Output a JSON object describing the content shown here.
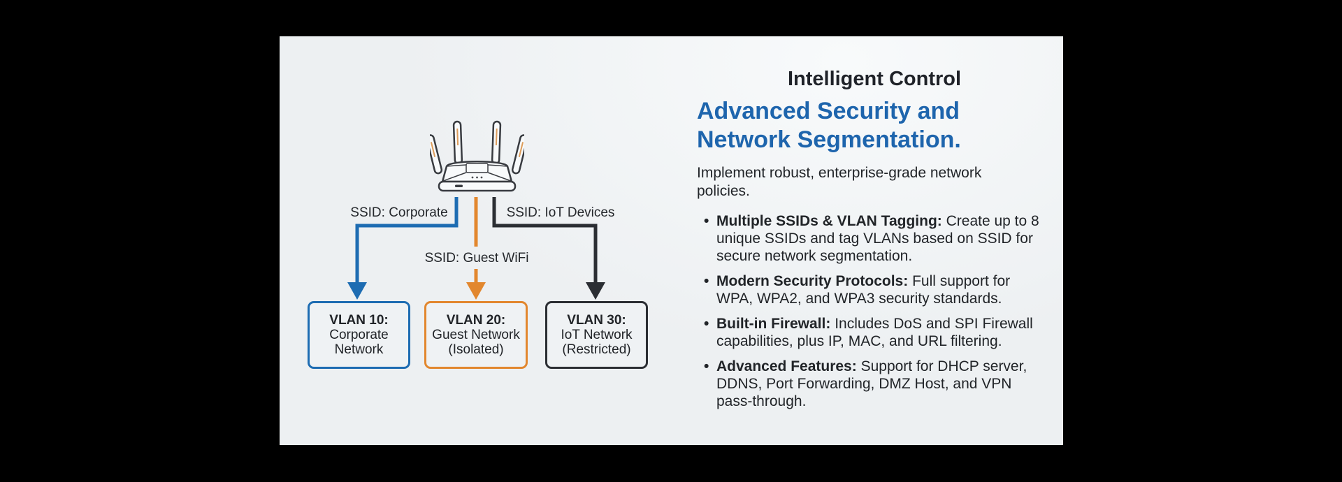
{
  "panel": {
    "background": "#edf0f2"
  },
  "colors": {
    "heading_blue": "#1e65ad",
    "line_blue": "#1d6cb2",
    "line_orange": "#e2872e",
    "line_dark": "#2b2e33",
    "text_dark": "#212428"
  },
  "diagram": {
    "router_icon": "wifi-router",
    "ssid_labels": [
      {
        "text": "SSID: Corporate"
      },
      {
        "text": "SSID: Guest WiFi"
      },
      {
        "text": "SSID: IoT Devices"
      }
    ],
    "vlan_boxes": [
      {
        "title": "VLAN 10:",
        "line2": "Corporate",
        "line3": "Network"
      },
      {
        "title": "VLAN 20:",
        "line2": "Guest Network",
        "line3": "(Isolated)"
      },
      {
        "title": "VLAN 30:",
        "line2": "IoT Network",
        "line3": "(Restricted)"
      }
    ]
  },
  "content": {
    "kicker": "Intelligent Control",
    "heading_line1": "Advanced Security and",
    "heading_line2": "Network Segmentation.",
    "intro": "Implement robust, enterprise-grade network policies.",
    "bullet_char": "•",
    "bullets": [
      {
        "label": "Multiple SSIDs & VLAN Tagging:",
        "text": "Create up to 8 unique SSIDs and tag VLANs based on SSID for secure network segmentation."
      },
      {
        "label": "Modern Security Protocols:",
        "text": "Full support for WPA, WPA2, and WPA3 security standards."
      },
      {
        "label": "Built-in Firewall:",
        "text": "Includes DoS and SPI Firewall capabilities, plus IP, MAC, and URL filtering."
      },
      {
        "label": "Advanced Features:",
        "text": "Support for DHCP server, DDNS, Port Forwarding, DMZ Host, and VPN pass-through."
      }
    ]
  }
}
